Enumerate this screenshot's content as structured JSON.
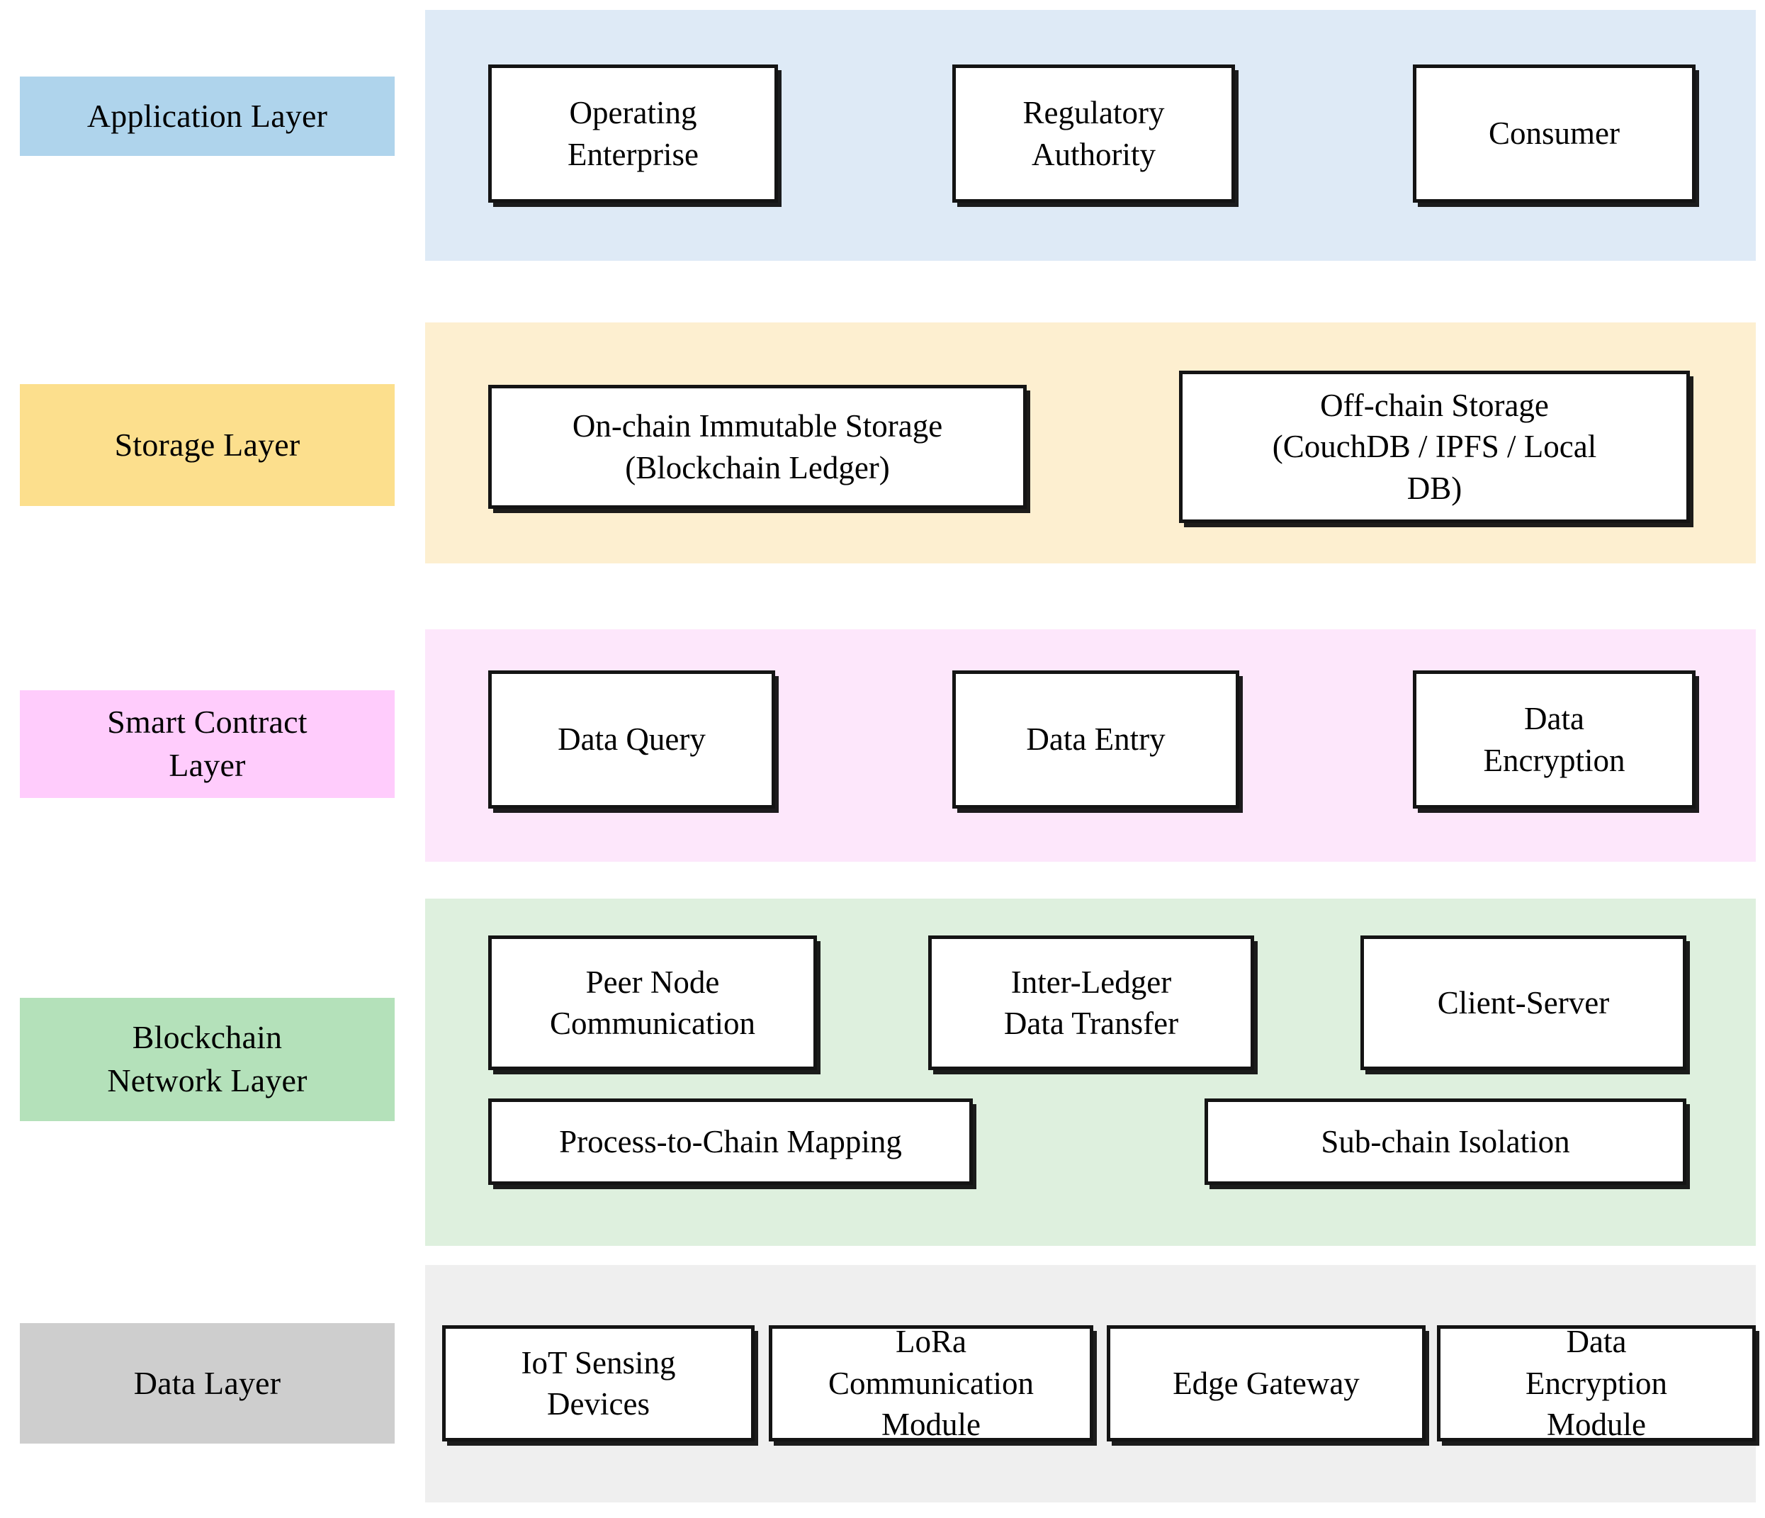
{
  "diagram": {
    "title": "Layered Blockchain System Architecture",
    "type": "layered-architecture"
  },
  "layers": [
    {
      "id": "application",
      "label": "Application Layer",
      "chip_color": "#AFD4EC",
      "band_color": "#DEEAF6",
      "nodes": [
        {
          "id": "operating-enterprise",
          "label": "Operating\nEnterprise"
        },
        {
          "id": "regulatory-authority",
          "label": "Regulatory\nAuthority"
        },
        {
          "id": "consumer",
          "label": "Consumer"
        }
      ]
    },
    {
      "id": "storage",
      "label": "Storage Layer",
      "chip_color": "#FCDF8D",
      "band_color": "#FDEFD0",
      "nodes": [
        {
          "id": "onchain-storage",
          "label": "On-chain Immutable Storage\n(Blockchain Ledger)"
        },
        {
          "id": "offchain-storage",
          "label": "Off-chain Storage\n(CouchDB / IPFS / Local\nDB)"
        }
      ]
    },
    {
      "id": "smart-contract",
      "label": "Smart Contract\nLayer",
      "chip_color": "#FFCCFC",
      "band_color": "#FDE7FB",
      "nodes": [
        {
          "id": "data-query",
          "label": "Data Query"
        },
        {
          "id": "data-entry",
          "label": "Data Entry"
        },
        {
          "id": "data-encryption",
          "label": "Data\nEncryption"
        }
      ]
    },
    {
      "id": "blockchain-network",
      "label": "Blockchain\nNetwork Layer",
      "chip_color": "#B4E1BA",
      "band_color": "#DEF0DE",
      "nodes": [
        {
          "id": "peer-node-communication",
          "label": "Peer Node\nCommunication"
        },
        {
          "id": "inter-ledger-transfer",
          "label": "Inter-Ledger\nData Transfer"
        },
        {
          "id": "client-server",
          "label": "Client-Server"
        },
        {
          "id": "process-to-chain",
          "label": "Process-to-Chain Mapping"
        },
        {
          "id": "subchain-isolation",
          "label": "Sub-chain Isolation"
        }
      ]
    },
    {
      "id": "data",
      "label": "Data Layer",
      "chip_color": "#CECECE",
      "band_color": "#EFEFEF",
      "nodes": [
        {
          "id": "iot-sensing-devices",
          "label": "IoT Sensing\nDevices"
        },
        {
          "id": "lora-module",
          "label": "LoRa\nCommunication\nModule"
        },
        {
          "id": "edge-gateway",
          "label": "Edge Gateway"
        },
        {
          "id": "data-encryption-module",
          "label": "Data\nEncryption\nModule"
        }
      ]
    }
  ]
}
